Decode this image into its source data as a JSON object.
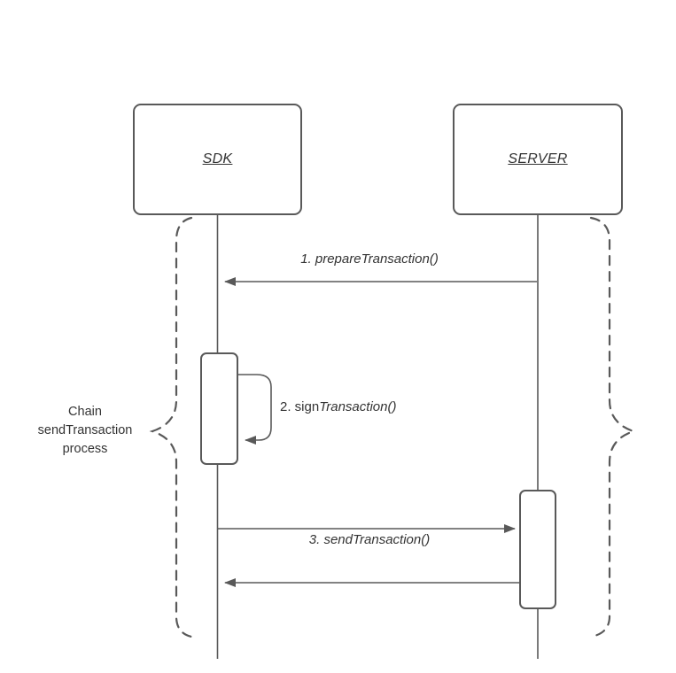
{
  "diagram": {
    "participants": [
      {
        "label": "SDK"
      },
      {
        "label": "SERVER"
      }
    ],
    "messages": [
      {
        "label": "1. prepareTransaction()"
      },
      {
        "prefix": "2. sign",
        "suffix": "Transaction()"
      },
      {
        "label": "3. sendTransaction()"
      }
    ],
    "annotation": {
      "lines": [
        "Chain",
        "sendTransaction",
        "process"
      ]
    },
    "colors": {
      "line": "#595959",
      "text": "#333333",
      "fill": "#ffffff"
    }
  }
}
